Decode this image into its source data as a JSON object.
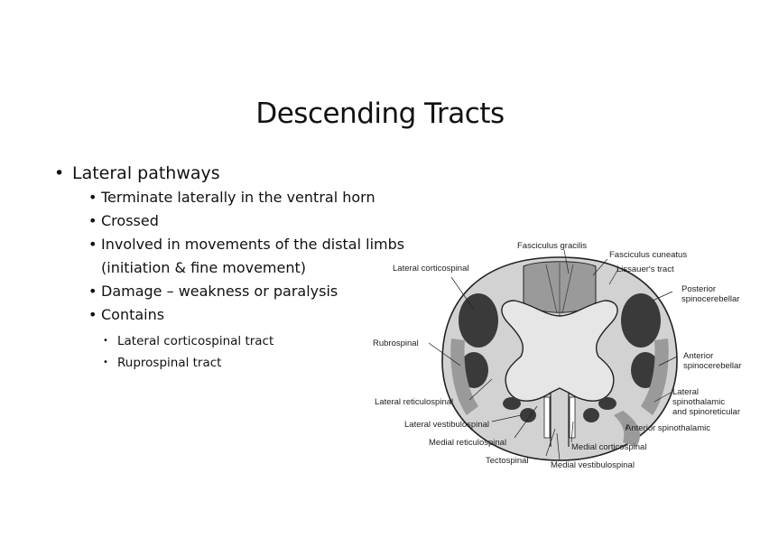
{
  "slide": {
    "title": "Descending Tracts",
    "bullet_main": "Lateral pathways",
    "sub_bullets": [
      "Terminate laterally in the ventral horn",
      "Crossed",
      "Involved in movements of the distal limbs (initiation & fine movement)",
      "Damage – weakness or paralysis",
      "Contains"
    ],
    "sub_sub_bullets": [
      "Lateral corticospinal tract",
      "Ruprospinal tract"
    ]
  },
  "figure": {
    "labels": {
      "fasciculus_gracilis": "Fasciculus gracilis",
      "fasciculus_cuneatus": "Fasciculus cuneatus",
      "lateral_corticospinal": "Lateral corticospinal",
      "lissauers_tract": "Lissauer's tract",
      "posterior_spinocerebellar_1": "Posterior",
      "posterior_spinocerebellar_2": "spinocerebellar",
      "rubrospinal": "Rubrospinal",
      "anterior_spinocerebellar_1": "Anterior",
      "anterior_spinocerebellar_2": "spinocerebellar",
      "lateral_reticulospinal": "Lateral reticulospinal",
      "lateral_spinothalamic_1": "Lateral",
      "lateral_spinothalamic_2": "spinothalamic",
      "lateral_spinothalamic_3": "and spinoreticular",
      "lateral_vestibulospinal": "Lateral vestibulospinal",
      "anterior_spinothalamic": "Anterior spinothalamic",
      "medial_reticulospinal": "Medial reticulospinal",
      "medial_corticospinal": "Medial corticospinal",
      "tectospinal": "Tectospinal",
      "medial_vestibulospinal": "Medial vestibulospinal"
    },
    "colors": {
      "outline": "#222222",
      "white_matter": "#c8c8c8",
      "gray_matter": "#e6e6e6",
      "dark_tract": "#3a3a3a",
      "mid_tract": "#8a8a8a"
    }
  }
}
